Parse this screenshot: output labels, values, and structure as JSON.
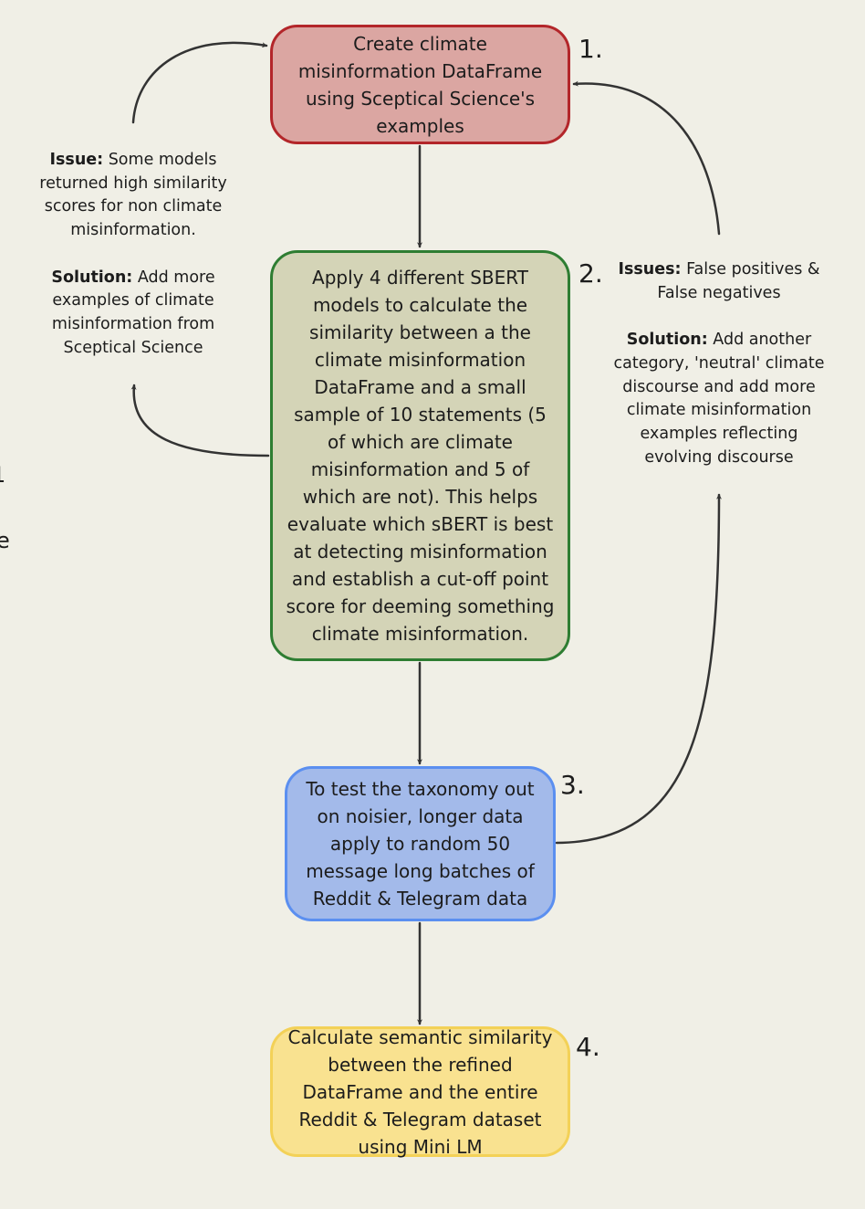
{
  "steps": [
    {
      "number": "1.",
      "text": "Create climate misinformation DataFrame using Sceptical Science's examples",
      "fill": "#dba6a2",
      "border": "#b3262a"
    },
    {
      "number": "2.",
      "text": "Apply 4 different SBERT models to calculate the similarity between a the climate misinformation DataFrame and a small sample of 10 statements (5 of which are climate misinformation and 5 of which are not). This helps evaluate which sBERT is best at detecting misinformation and establish a cut-off point score for deeming something climate misinformation.",
      "fill": "#d4d4b7",
      "border": "#2e7d32"
    },
    {
      "number": "3.",
      "text": "To test the taxonomy out on noisier, longer data apply to random 50 message long batches of Reddit & Telegram data",
      "fill": "#a3baea",
      "border": "#5b8ff0"
    },
    {
      "number": "4.",
      "text": "Calculate semantic similarity between the refined DataFrame and the entire Reddit & Telegram dataset using Mini LM",
      "fill": "#f9e290",
      "border": "#f3d157"
    }
  ],
  "notes": {
    "left": {
      "issue_label": "Issue:",
      "issue_text": " Some models returned high similarity scores for non climate misinformation.",
      "solution_label": "Solution:",
      "solution_text": " Add more examples of climate misinformation from Sceptical Science"
    },
    "right": {
      "issue_label": "Issues:",
      "issue_text": " False positives & False negatives",
      "solution_label": "Solution:",
      "solution_text": " Add another category, 'neutral' climate discourse and add more climate misinformation examples reflecting evolving discourse"
    }
  },
  "edge_fragments": [
    "1",
    "e"
  ],
  "colors": {
    "background": "#f0efe6",
    "arrow": "#333333"
  }
}
